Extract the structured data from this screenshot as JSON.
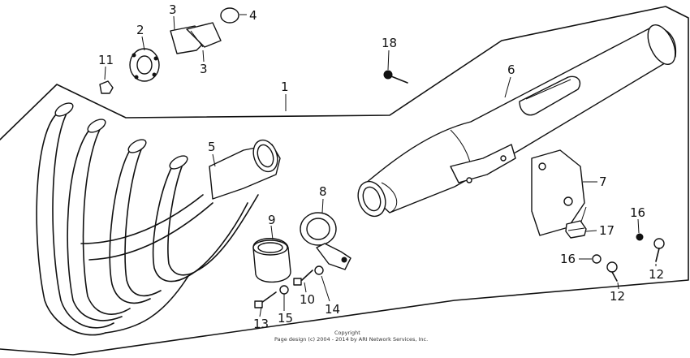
{
  "callouts": [
    {
      "id": "c1",
      "label": "1"
    },
    {
      "id": "c2",
      "label": "2"
    },
    {
      "id": "c3a",
      "label": "3"
    },
    {
      "id": "c3b",
      "label": "3"
    },
    {
      "id": "c4",
      "label": "4"
    },
    {
      "id": "c5",
      "label": "5"
    },
    {
      "id": "c6",
      "label": "6"
    },
    {
      "id": "c7",
      "label": "7"
    },
    {
      "id": "c8",
      "label": "8"
    },
    {
      "id": "c9",
      "label": "9"
    },
    {
      "id": "c10",
      "label": "10"
    },
    {
      "id": "c11",
      "label": "11"
    },
    {
      "id": "c12a",
      "label": "12"
    },
    {
      "id": "c12b",
      "label": "12"
    },
    {
      "id": "c13",
      "label": "13"
    },
    {
      "id": "c14",
      "label": "14"
    },
    {
      "id": "c15",
      "label": "15"
    },
    {
      "id": "c16a",
      "label": "16"
    },
    {
      "id": "c16b",
      "label": "16"
    },
    {
      "id": "c17",
      "label": "17"
    },
    {
      "id": "c18",
      "label": "18"
    }
  ],
  "copyright": {
    "line1": "Copyright",
    "line2": "Page design (c) 2004 - 2014 by ARI Network Services, Inc."
  }
}
